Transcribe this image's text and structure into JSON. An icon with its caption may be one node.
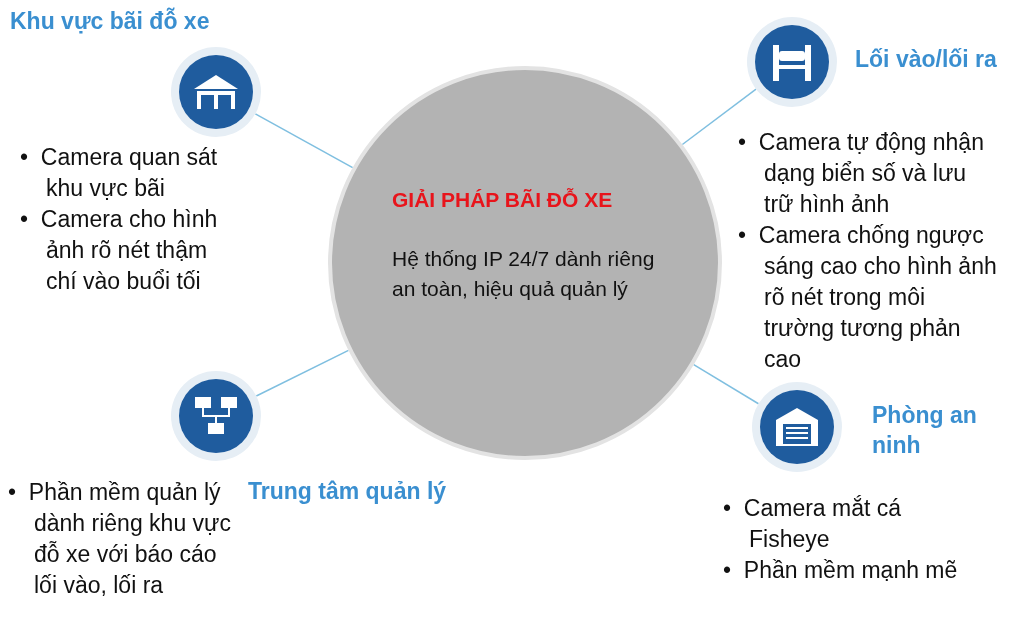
{
  "diagram": {
    "nodes": [
      {
        "text": [],
        "shape": "circle",
        "beside": [
          "Khu vực bãi đỗ xe",
          "•  Camera quan sát khu vực bãi",
          "•  Camera cho hình ảnh rõ nét thậm chí vào buổi tối"
        ]
      },
      {
        "text": [],
        "shape": "circle",
        "beside": [
          "Lối vào/lối ra",
          "•  Camera tự động nhận dạng biển số và lưu trữ hình ảnh",
          "•  Camera chống ngược sáng cao cho hình ảnh rõ nét trong môi trường tương phản cao"
        ]
      },
      {
        "text": [
          "GIẢI PHÁP BÃI ĐỖ XE",
          "Hệ thống IP 24/7 dành riêng an toàn, hiệu quả quản lý"
        ]
      },
      {
        "text": [],
        "shape": "circle",
        "beside": [
          "Trung tâm quản lý",
          "•  Phần mềm quản lý dành riêng khu vực đỗ xe với báo cáo lối vào, lối ra"
        ]
      },
      {
        "text": [],
        "shape": "circle",
        "beside": [
          "Phòng an ninh",
          "•  Camera mắt cá Fisheye",
          "•  Phần mềm mạnh mẽ"
        ]
      }
    ],
    "edges": [
      {
        "from": 2,
        "to": 0,
        "arrow": "none"
      },
      {
        "from": 2,
        "to": 1,
        "arrow": "none"
      },
      {
        "from": 2,
        "to": 3,
        "arrow": "none"
      },
      {
        "from": 2,
        "to": 4,
        "arrow": "none"
      }
    ]
  }
}
